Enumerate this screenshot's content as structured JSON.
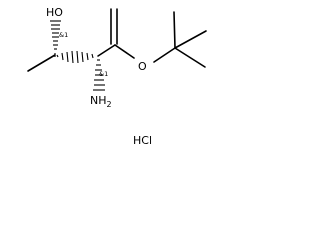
{
  "molecule": {
    "atoms": {
      "hydroxyl": "HO",
      "ester_oxygen": "O",
      "amine": "NH",
      "amine_subscript": "2"
    },
    "stereo_labels": {
      "c3": "&1",
      "c2": "&1"
    },
    "salt": "HCl"
  }
}
